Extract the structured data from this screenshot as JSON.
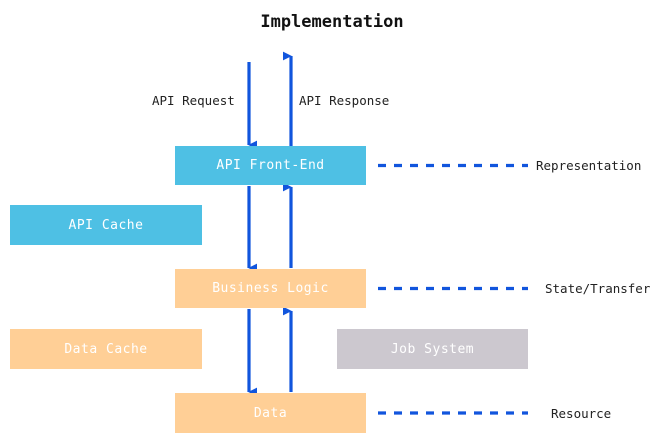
{
  "diagram": {
    "title": "Implementation",
    "accent_blue": "#1155dd",
    "colors": {
      "blue_node": "#4ec0e4",
      "peach_node": "#ffcf96",
      "grey_node": "#ccc8cf",
      "arrow": "#1155dd",
      "text_dark": "#222222",
      "node_text": "#ffffff",
      "background": "#ffffff"
    },
    "nodes": [
      {
        "id": "api-front-end",
        "label": "API Front-End",
        "color": "blue"
      },
      {
        "id": "api-cache",
        "label": "API Cache",
        "color": "blue"
      },
      {
        "id": "business-logic",
        "label": "Business Logic",
        "color": "peach"
      },
      {
        "id": "data-cache",
        "label": "Data Cache",
        "color": "peach"
      },
      {
        "id": "job-system",
        "label": "Job System",
        "color": "grey"
      },
      {
        "id": "data",
        "label": "Data",
        "color": "peach"
      }
    ],
    "flow_labels": [
      {
        "id": "api-request",
        "label": "API Request",
        "direction": "down"
      },
      {
        "id": "api-response",
        "label": "API Response",
        "direction": "up"
      }
    ],
    "side_labels": [
      {
        "id": "representation",
        "label": "Representation",
        "attached_to": "api-front-end"
      },
      {
        "id": "state-transfer",
        "label": "State/Transfer",
        "attached_to": "business-logic"
      },
      {
        "id": "resource",
        "label": "Resource",
        "attached_to": "data"
      }
    ],
    "connections": [
      {
        "from": "external",
        "to": "api-front-end",
        "direction": "down",
        "label": "API Request"
      },
      {
        "from": "api-front-end",
        "to": "external",
        "direction": "up",
        "label": "API Response"
      },
      {
        "from": "api-front-end",
        "to": "business-logic",
        "direction": "down",
        "label": ""
      },
      {
        "from": "business-logic",
        "to": "api-front-end",
        "direction": "up",
        "label": ""
      },
      {
        "from": "business-logic",
        "to": "data",
        "direction": "down",
        "label": ""
      },
      {
        "from": "data",
        "to": "business-logic",
        "direction": "up",
        "label": ""
      }
    ]
  }
}
